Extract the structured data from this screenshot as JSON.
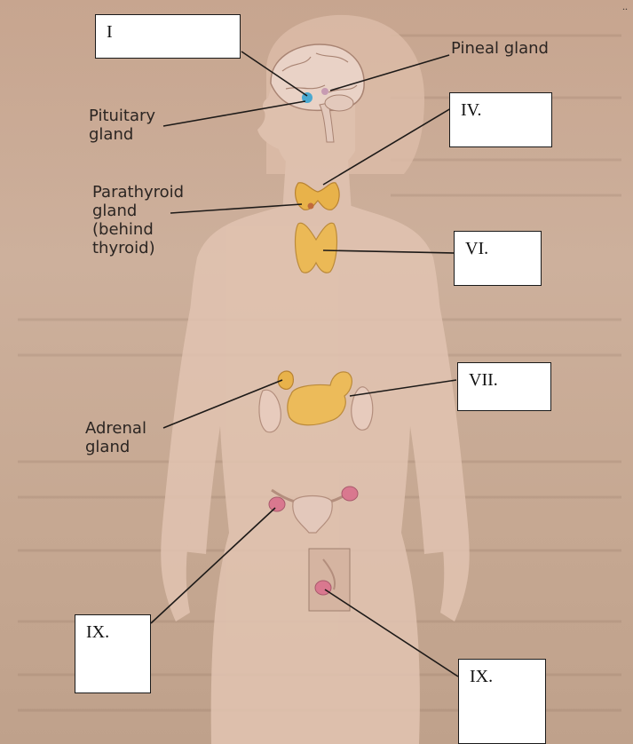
{
  "labels": {
    "pineal": "Pineal gland",
    "pituitary_line1": "Pituitary",
    "pituitary_line2": "gland",
    "parathyroid_line1": "Parathyroid",
    "parathyroid_line2": "gland",
    "parathyroid_line3": "(behind",
    "parathyroid_line4": "thyroid)",
    "adrenal_line1": "Adrenal",
    "adrenal_line2": "gland"
  },
  "answer_boxes": {
    "box_1": "I",
    "box_4": "IV.",
    "box_6": "VI.",
    "box_7": "VII.",
    "box_9_left": "IX.",
    "box_9_right": "IX."
  },
  "colors": {
    "silhouette": "#e2c4b2",
    "gland": "#e8b24a",
    "pituitary": "#4aa8d0",
    "ovary": "#d9788f"
  }
}
